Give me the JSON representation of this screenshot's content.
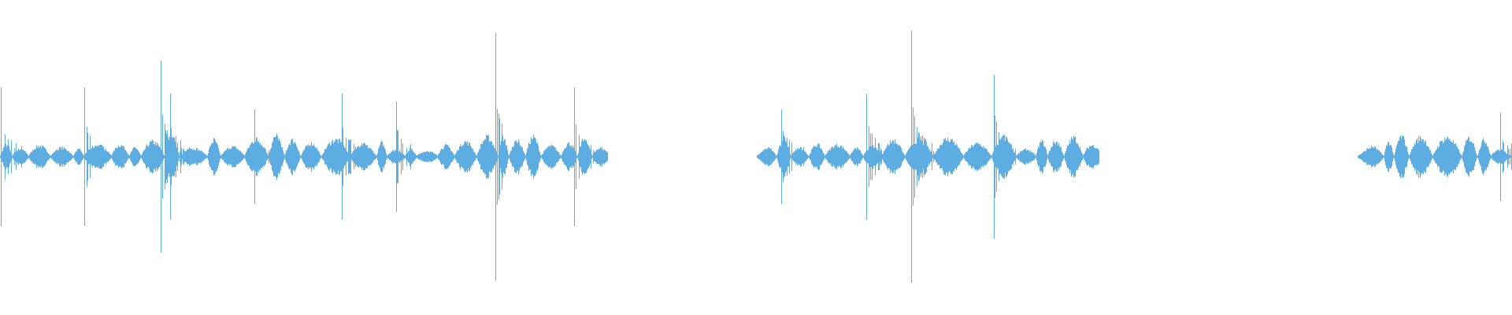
{
  "waveform": {
    "color": "#5dade2",
    "background": "#ffffff",
    "segments": [
      {
        "name": "segment-1"
      },
      {
        "name": "segment-2"
      },
      {
        "name": "segment-3"
      }
    ]
  }
}
